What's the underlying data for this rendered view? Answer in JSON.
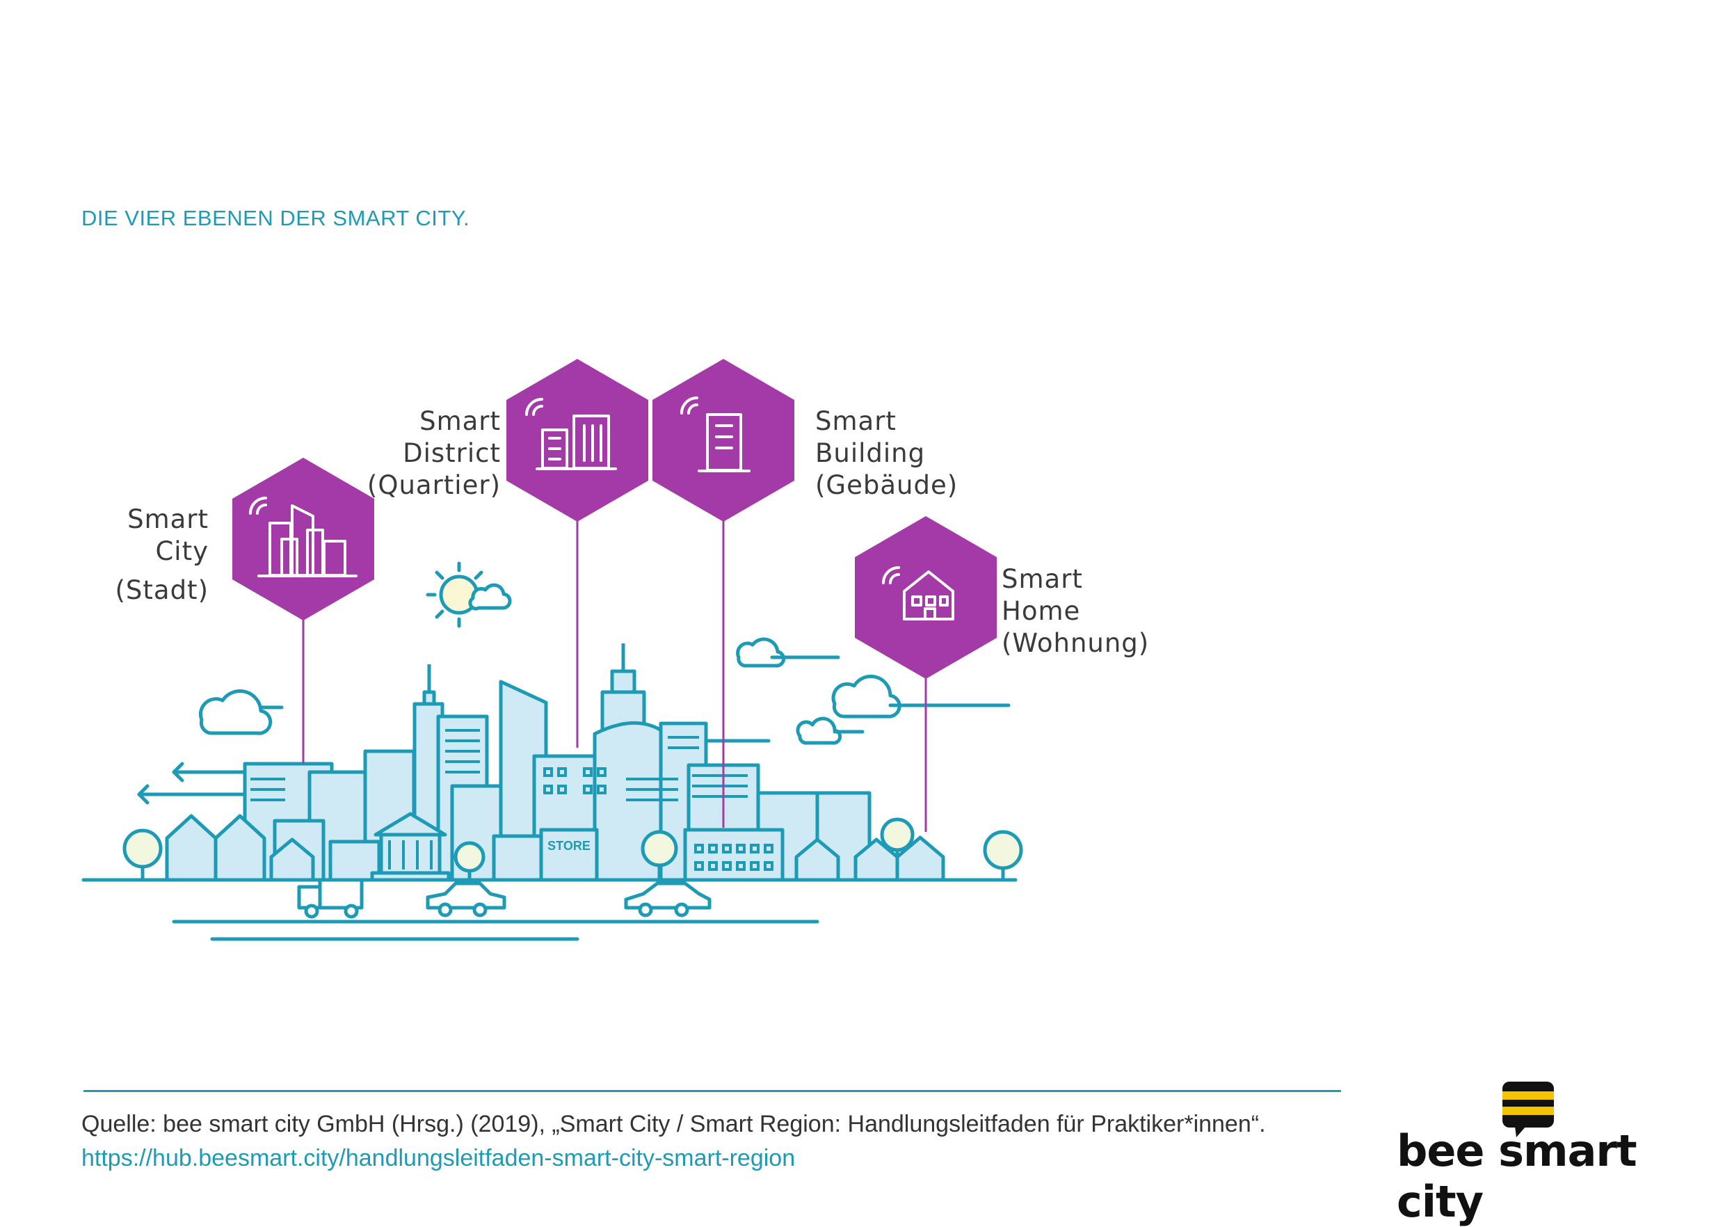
{
  "title": "DIE VIER EBENEN DER SMART CITY.",
  "levels": [
    {
      "line1": "Smart",
      "line2": "City",
      "line3": "(Stadt)",
      "icon": "city-skyline-icon"
    },
    {
      "line1": "Smart",
      "line2": "District",
      "line3": "(Quartier)",
      "icon": "district-buildings-icon"
    },
    {
      "line1": "Smart",
      "line2": "Building",
      "line3": "(Gebäude)",
      "icon": "office-building-icon"
    },
    {
      "line1": "Smart",
      "line2": "Home",
      "line3": "(Wohnung)",
      "icon": "house-icon"
    }
  ],
  "store_sign": "STORE",
  "footer": {
    "source": "Quelle: bee smart city GmbH (Hrsg.) (2019), „Smart City / Smart Region: Handlungsleitfaden für Praktiker*innen“.",
    "url": "https://hub.beesmart.city/handlungsleitfaden-smart-city-smart-region"
  },
  "logo": {
    "text": "bee smart city",
    "icon": "speech-bubble-bee-icon"
  },
  "colors": {
    "accent": "#1d9bb6",
    "hexagon": "#a33aa8",
    "logo_yellow": "#f5c400",
    "building_fill": "#cfeaf4"
  }
}
